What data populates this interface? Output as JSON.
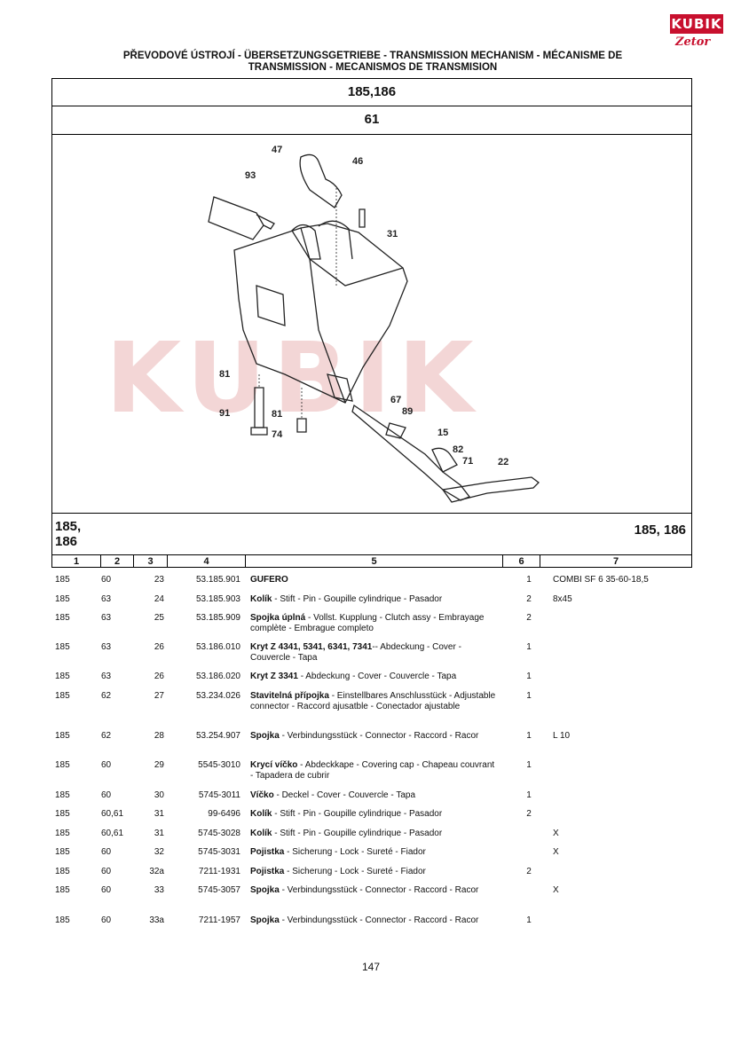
{
  "logo": {
    "top": "KUBIK",
    "bottom": "Zetor"
  },
  "header": {
    "title_line1": "PŘEVODOVÉ ÚSTROJÍ - ÜBERSETZUNGSGETRIEBE - TRANSMISSION MECHANISM - MÉCANISME DE",
    "title_line2": "TRANSMISSION - MECANISMOS DE TRANSMISION",
    "models": "185,186",
    "group": "61"
  },
  "diagram": {
    "callouts": [
      "47",
      "46",
      "93",
      "31",
      "81",
      "91",
      "81",
      "74",
      "67",
      "89",
      "15",
      "82",
      "71",
      "22"
    ]
  },
  "table": {
    "left_label": "185,\n186",
    "right_label": "185, 186",
    "columns": [
      "1",
      "2",
      "3",
      "4",
      "5",
      "6",
      "7"
    ],
    "rows": [
      {
        "c1": "185",
        "c2": "60",
        "c3": "23",
        "c4": "53.185.901",
        "name": "GUFERO",
        "desc": "",
        "c6": "1",
        "c7": "COMBI SF 6 35-60-18,5"
      },
      {
        "c1": "185",
        "c2": "63",
        "c3": "24",
        "c4": "53.185.903",
        "name": "Kolík",
        "desc": " - Stift - Pin - Goupille cylindrique - Pasador",
        "c6": "2",
        "c7": "8x45"
      },
      {
        "c1": "185",
        "c2": "63",
        "c3": "25",
        "c4": "53.185.909",
        "name": "Spojka úplná",
        "desc": " - Vollst. Kupplung - Clutch assy - Embrayage complète - Embrague completo",
        "c6": "2",
        "c7": ""
      },
      {
        "c1": "185",
        "c2": "63",
        "c3": "26",
        "c4": "53.186.010",
        "name": "Kryt Z 4341, 5341, 6341, 7341",
        "desc": "-- Abdeckung - Cover - Couvercle - Tapa",
        "c6": "1",
        "c7": ""
      },
      {
        "c1": "185",
        "c2": "63",
        "c3": "26",
        "c4": "53.186.020",
        "name": "Kryt Z 3341",
        "desc": " - Abdeckung - Cover - Couvercle - Tapa",
        "c6": "1",
        "c7": ""
      },
      {
        "c1": "185",
        "c2": "62",
        "c3": "27",
        "c4": "53.234.026",
        "name": "Stavitelná přípojka",
        "desc": " - Einstellbares Anschlusstück - Adjustable connector - Raccord ajusatble - Conectador ajustable",
        "c6": "1",
        "c7": ""
      },
      {
        "c1": "185",
        "c2": "62",
        "c3": "28",
        "c4": "53.254.907",
        "name": "Spojka",
        "desc": " - Verbindungsstück - Connector - Raccord - Racor",
        "c6": "1",
        "c7": "L 10"
      },
      {
        "c1": "185",
        "c2": "60",
        "c3": "29",
        "c4": "5545-3010",
        "name": "Krycí víčko",
        "desc": " - Abdeckkape - Covering cap - Chapeau couvrant - Tapadera de cubrir",
        "c6": "1",
        "c7": ""
      },
      {
        "c1": "185",
        "c2": "60",
        "c3": "30",
        "c4": "5745-3011",
        "name": "Víčko",
        "desc": " - Deckel - Cover - Couvercle - Tapa",
        "c6": "1",
        "c7": ""
      },
      {
        "c1": "185",
        "c2": "60,61",
        "c3": "31",
        "c4": "99-6496",
        "name": "Kolík",
        "desc": " - Stift - Pin - Goupille cylindrique - Pasador",
        "c6": "2",
        "c7": ""
      },
      {
        "c1": "185",
        "c2": "60,61",
        "c3": "31",
        "c4": "5745-3028",
        "name": "Kolík",
        "desc": " - Stift - Pin - Goupille cylindrique - Pasador",
        "c6": "",
        "c7": "X"
      },
      {
        "c1": "185",
        "c2": "60",
        "c3": "32",
        "c4": "5745-3031",
        "name": "Pojistka",
        "desc": " - Sicherung - Lock - Sureté - Fiador",
        "c6": "",
        "c7": "X"
      },
      {
        "c1": "185",
        "c2": "60",
        "c3": "32a",
        "c4": "7211-1931",
        "name": "Pojistka",
        "desc": " - Sicherung - Lock - Sureté - Fiador",
        "c6": "2",
        "c7": ""
      },
      {
        "c1": "185",
        "c2": "60",
        "c3": "33",
        "c4": "5745-3057",
        "name": "Spojka",
        "desc": " - Verbindungsstück - Connector - Raccord - Racor",
        "c6": "",
        "c7": "X"
      },
      {
        "c1": "185",
        "c2": "60",
        "c3": "33a",
        "c4": "7211-1957",
        "name": "Spojka",
        "desc": " - Verbindungsstück - Connector - Raccord - Racor",
        "c6": "1",
        "c7": ""
      }
    ]
  },
  "page_number": "147"
}
